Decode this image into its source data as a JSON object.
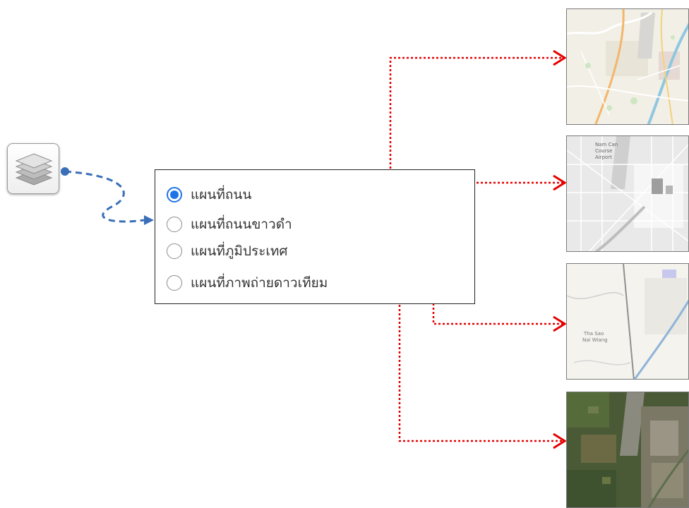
{
  "layer_switcher": {
    "options": [
      {
        "label": "แผนที่ถนน",
        "selected": true
      },
      {
        "label": "แผนที่ถนนขาวดำ",
        "selected": false
      },
      {
        "label": "แผนที่ภูมิประเทศ",
        "selected": false
      },
      {
        "label": "แผนที่ภาพถ่ายดาวเทียม",
        "selected": false
      }
    ]
  },
  "map_previews": {
    "grayscale_labels": [
      "Nam Can",
      "Course",
      "Airport"
    ],
    "terrain_labels": [
      "Tha Sao",
      "Nai Wiang"
    ]
  },
  "colors": {
    "connector_blue": "#3a6fb8",
    "arrow_red": "#e60000",
    "radio_selected": "#1e73e8"
  },
  "icons": [
    "layers-icon"
  ]
}
